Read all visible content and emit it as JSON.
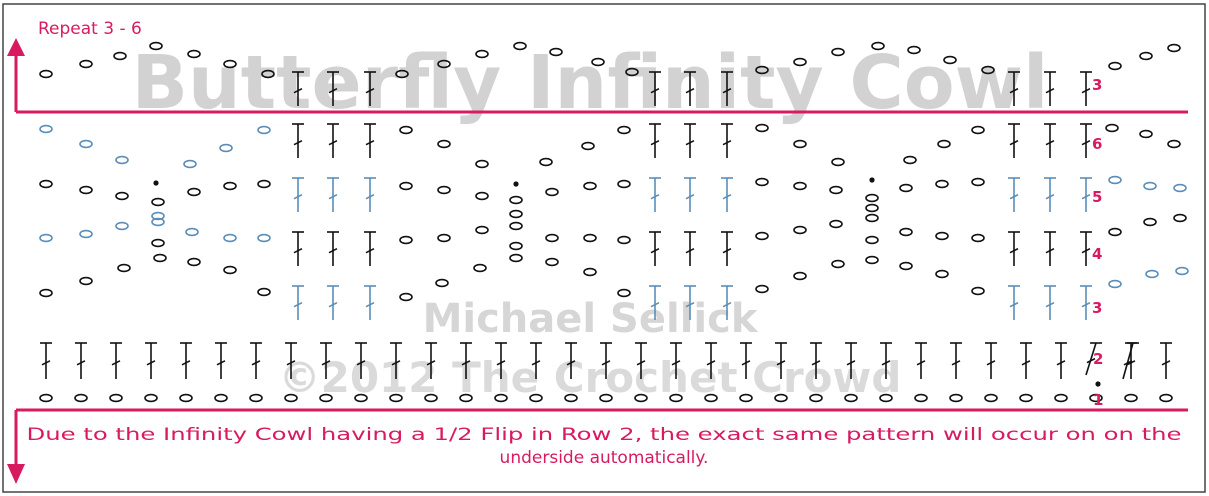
{
  "title": "Butterfly Infinity Cowl",
  "author": "Michael Sellick",
  "copyright": "©2012 The Crochet Crowd",
  "repeat_label": "Repeat 3 - 6",
  "note": {
    "line1": "Due to the Infinity Cowl having a 1/2 Flip in Row 2, the exact same pattern will occur on on the",
    "line2": "underside automatically."
  },
  "row_labels": [
    "1",
    "2",
    "3",
    "4",
    "5",
    "6",
    "3"
  ],
  "colors": {
    "accent": "#d81b60",
    "stitch_black": "#111111",
    "stitch_blue": "#5b8db8",
    "watermark": "#c8c8c8",
    "frame": "#444444"
  },
  "legend_symbols": {
    "chain": "oval",
    "double_crochet": "tall-cross",
    "slip_stitch": "dot"
  }
}
